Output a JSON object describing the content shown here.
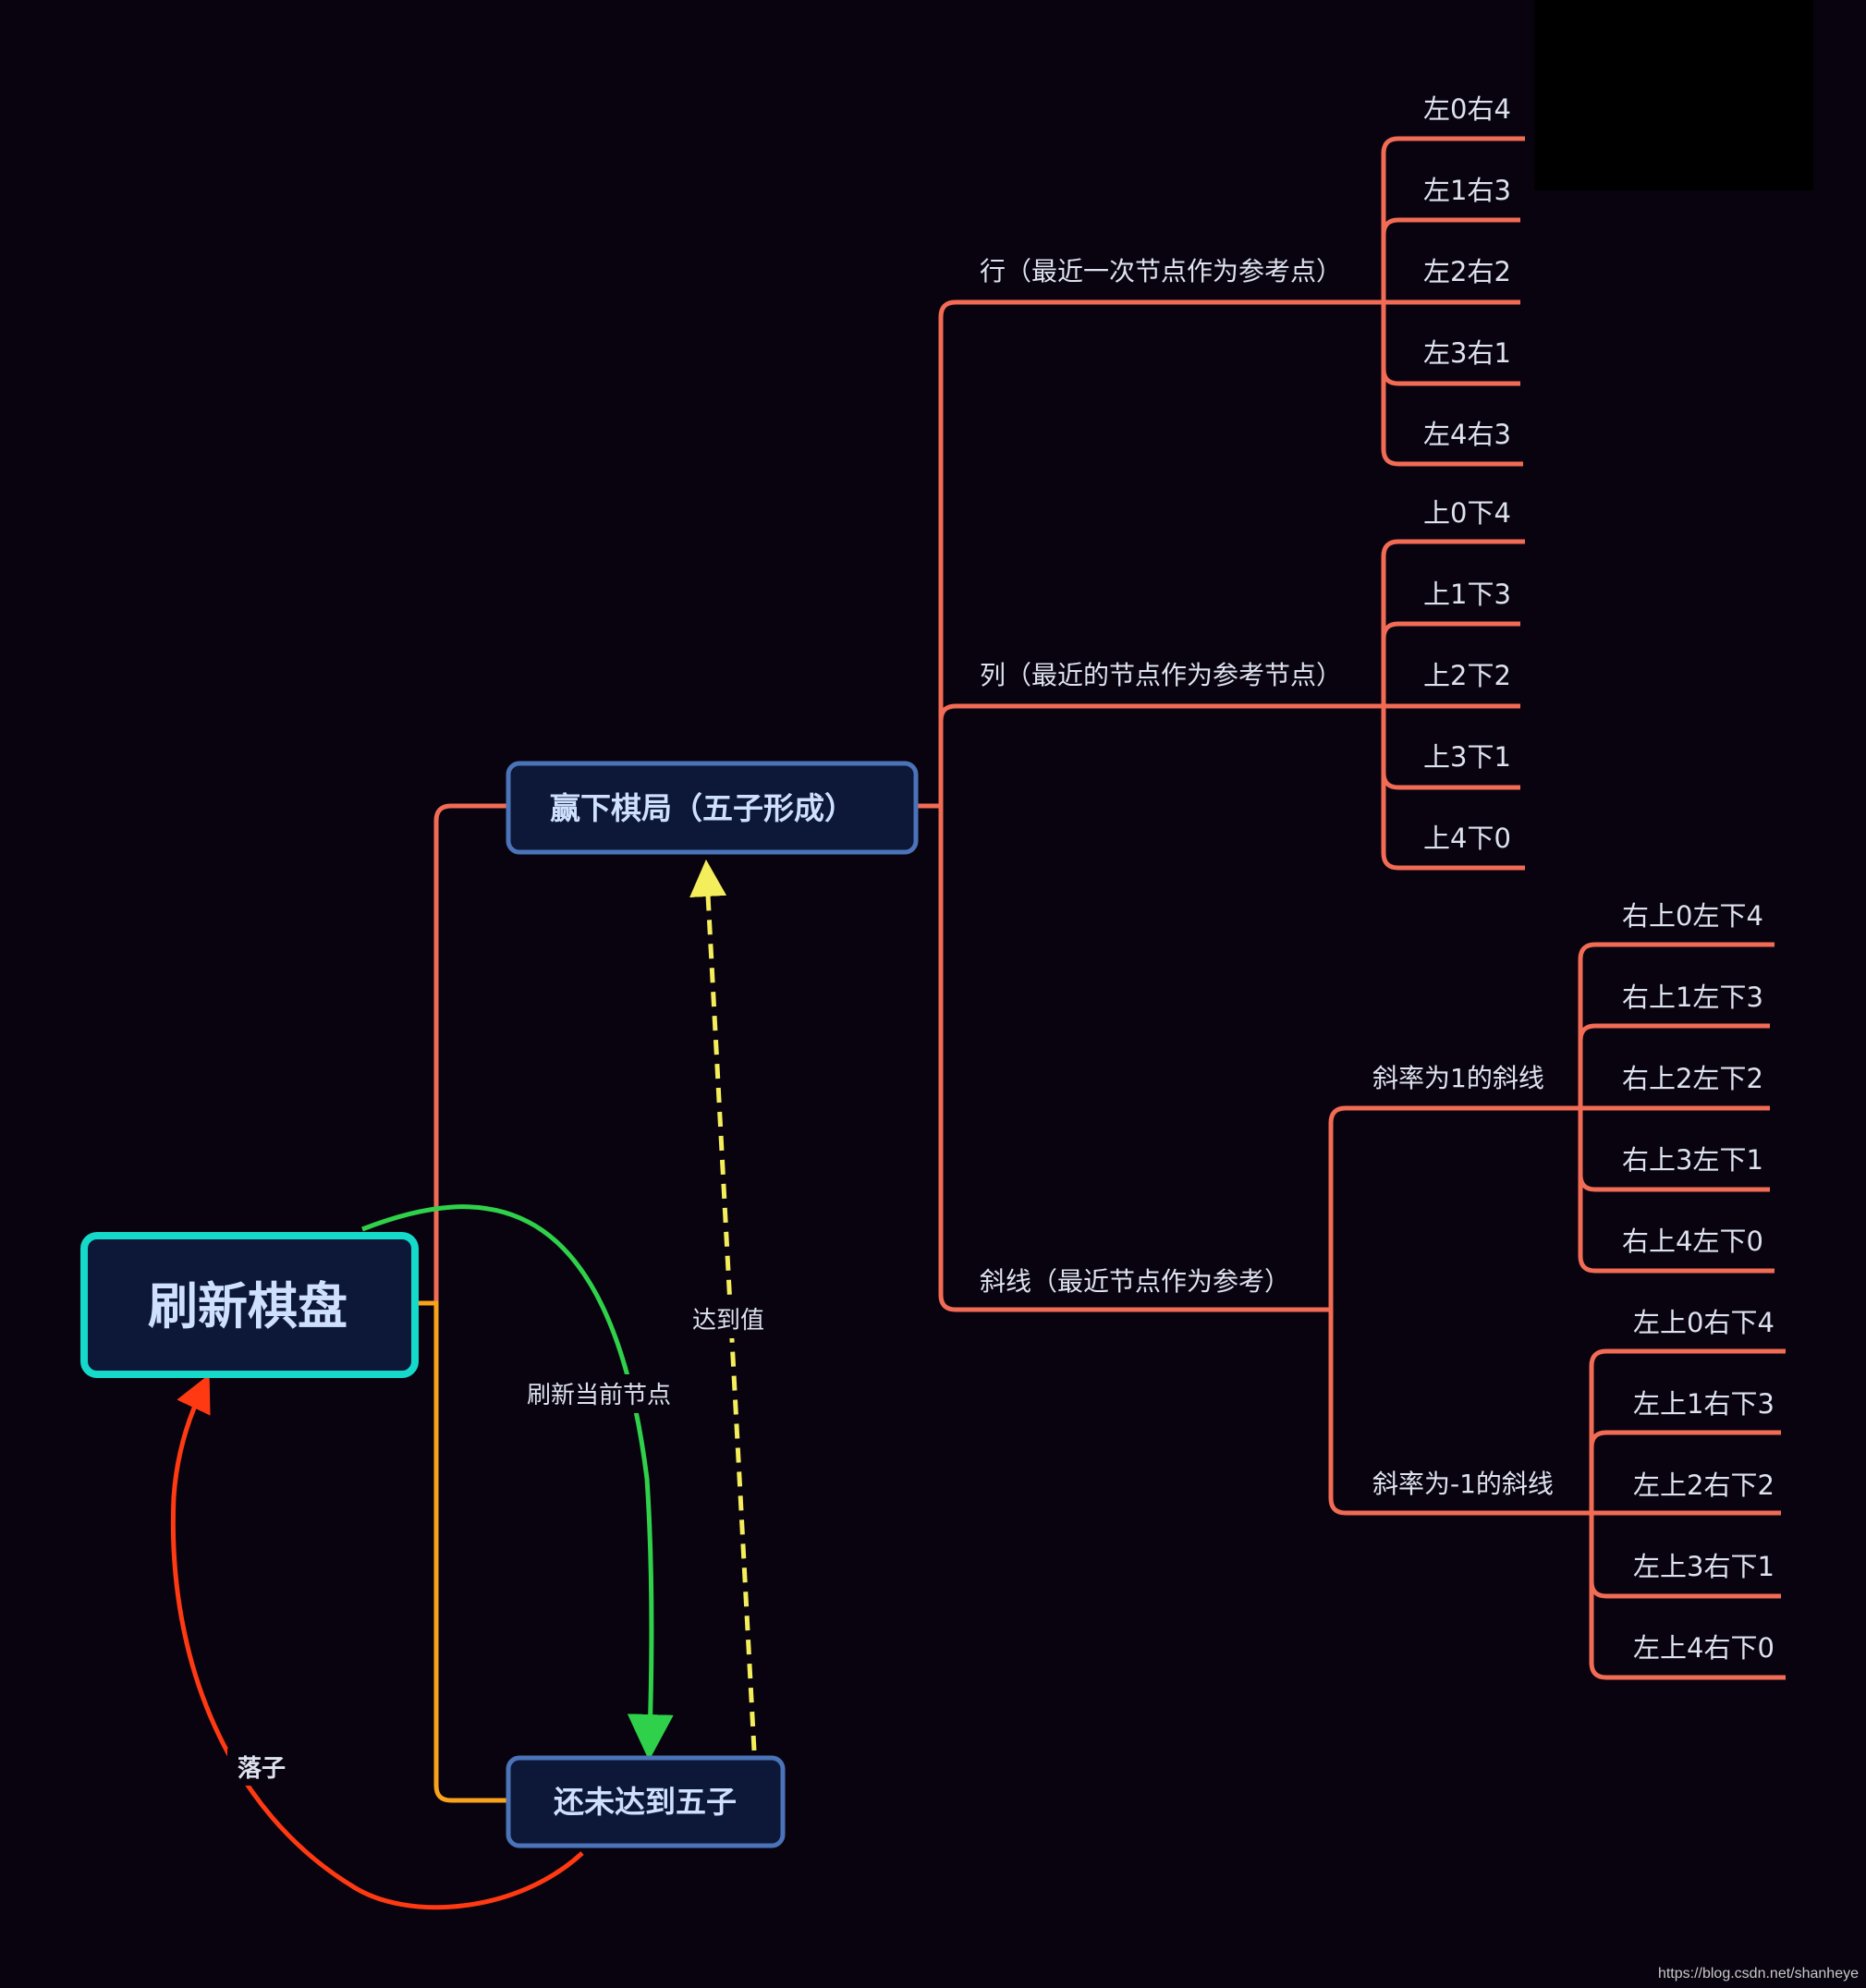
{
  "nodes": {
    "root": "刷新棋盘",
    "win": "赢下棋局（五子形成）",
    "notyet": "还未达到五子"
  },
  "branches": {
    "row": {
      "label": "行（最近一次节点作为参考点）",
      "leaves": [
        "左0右4",
        "左1右3",
        "左2右2",
        "左3右1",
        "左4右3"
      ]
    },
    "col": {
      "label": "列（最近的节点作为参考节点）",
      "leaves": [
        "上0下4",
        "上1下3",
        "上2下2",
        "上3下1",
        "上4下0"
      ]
    },
    "diag": {
      "label": "斜线（最近节点作为参考）",
      "slope_pos": {
        "label": "斜率为1的斜线",
        "leaves": [
          "右上0左下4",
          "右上1左下3",
          "右上2左下2",
          "右上3左下1",
          "右上4左下0"
        ]
      },
      "slope_neg": {
        "label": "斜率为-1的斜线",
        "leaves": [
          "左上0右下4",
          "左上1右下3",
          "左上2右下2",
          "左上3右下1",
          "左上4右下0"
        ]
      }
    }
  },
  "arrows": {
    "refresh": "刷新当前节点",
    "reach": "达到值",
    "place": "落子"
  },
  "watermark": "https://blog.csdn.net/shanheye",
  "colors": {
    "background": "#08030f",
    "branch": "#f26b55",
    "root_border": "#15d9c9",
    "node_border": "#4a73b8",
    "node_fill": "#0d1838",
    "orange": "#f9a21b",
    "green": "#2fd14a",
    "yellow": "#f5ee5c",
    "red": "#ff3a12"
  }
}
